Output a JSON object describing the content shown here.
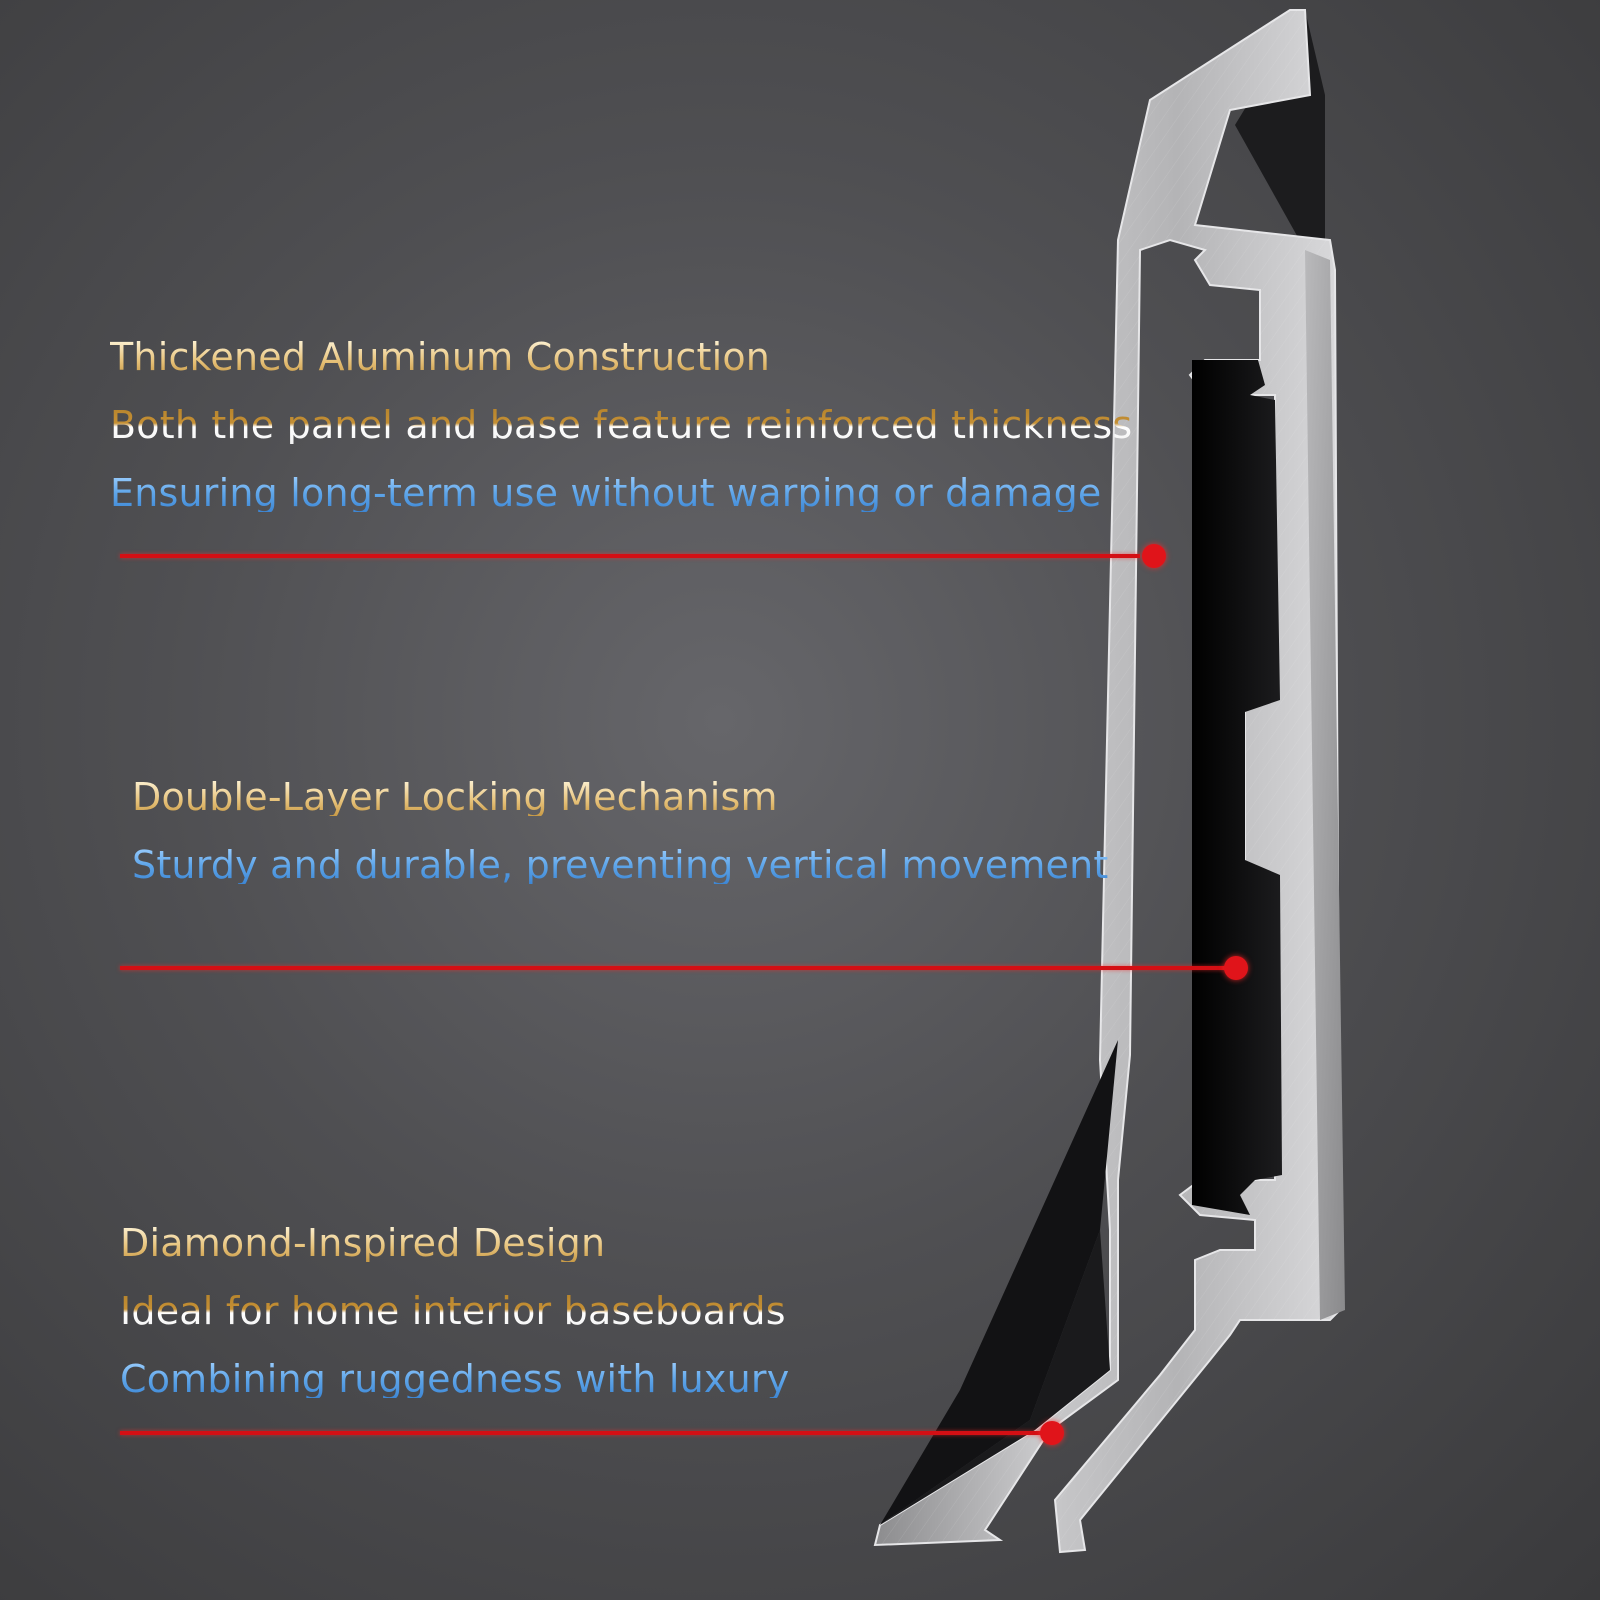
{
  "features": [
    {
      "title": "Thickened Aluminum Construction",
      "lines": [
        "Both the panel and base feature reinforced thickness",
        "Ensuring long-term use without warping or damage"
      ]
    },
    {
      "title": "Double-Layer Locking Mechanism",
      "lines": [
        "Sturdy and durable, preventing vertical movement"
      ]
    },
    {
      "title": "Diamond-Inspired Design",
      "lines": [
        "Ideal for home interior baseboards",
        "Combining ruggedness with luxury"
      ]
    }
  ],
  "colors": {
    "marker": "#e0141a",
    "title_gold": "#e7c27a",
    "accent_blue": "#4f97e0"
  }
}
